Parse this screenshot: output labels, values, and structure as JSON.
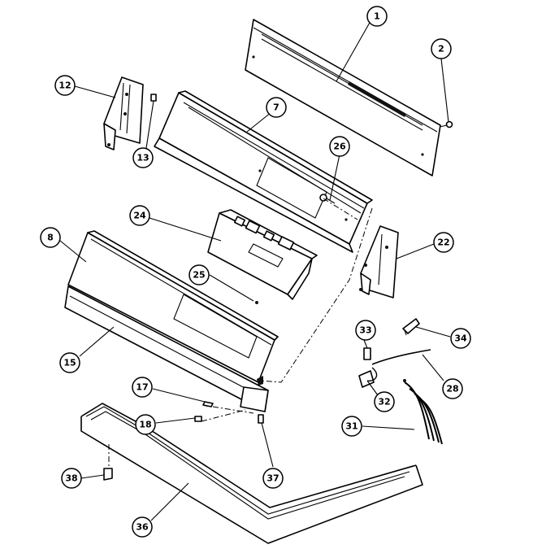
{
  "callouts": [
    {
      "id": "c1",
      "label": "1"
    },
    {
      "id": "c2",
      "label": "2"
    },
    {
      "id": "c7",
      "label": "7"
    },
    {
      "id": "c8",
      "label": "8"
    },
    {
      "id": "c12",
      "label": "12"
    },
    {
      "id": "c13",
      "label": "13"
    },
    {
      "id": "c15",
      "label": "15"
    },
    {
      "id": "c17",
      "label": "17"
    },
    {
      "id": "c18",
      "label": "18"
    },
    {
      "id": "c22",
      "label": "22"
    },
    {
      "id": "c24",
      "label": "24"
    },
    {
      "id": "c25",
      "label": "25"
    },
    {
      "id": "c26",
      "label": "26"
    },
    {
      "id": "c28",
      "label": "28"
    },
    {
      "id": "c31",
      "label": "31"
    },
    {
      "id": "c32",
      "label": "32"
    },
    {
      "id": "c33",
      "label": "33"
    },
    {
      "id": "c34",
      "label": "34"
    },
    {
      "id": "c36",
      "label": "36"
    },
    {
      "id": "c37",
      "label": "37"
    },
    {
      "id": "c38",
      "label": "38"
    }
  ]
}
